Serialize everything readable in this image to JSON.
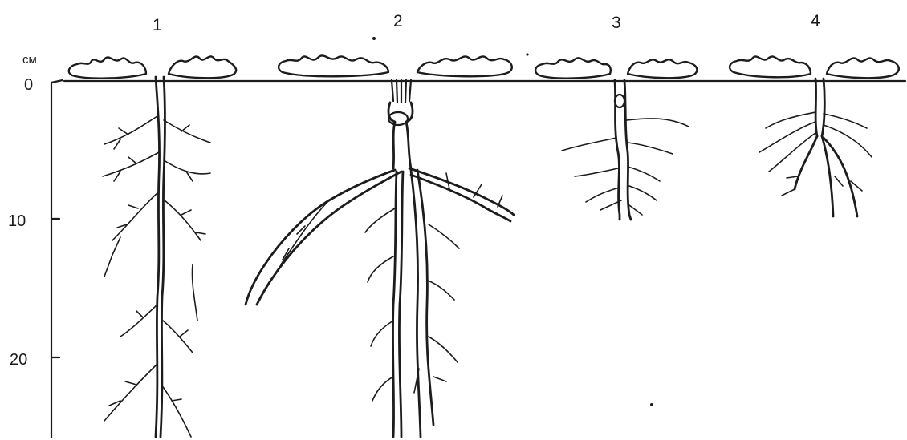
{
  "plants": [
    {
      "label": "1"
    },
    {
      "label": "2"
    },
    {
      "label": "3"
    },
    {
      "label": "4"
    }
  ],
  "depth_axis": {
    "unit": "см",
    "ticks": [
      {
        "value": 0,
        "label": "0"
      },
      {
        "value": 10,
        "label": "10"
      },
      {
        "value": 20,
        "label": "20"
      }
    ]
  }
}
